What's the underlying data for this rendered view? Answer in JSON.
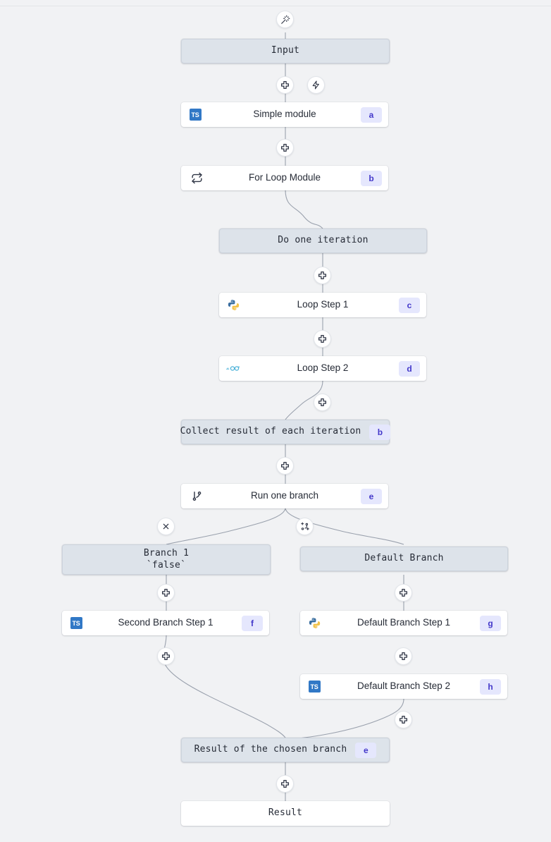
{
  "canvas": {
    "background": "#f1f2f4",
    "node_grey": "#dde3ea",
    "node_white": "#ffffff",
    "badge_bg": "#e5e7fd",
    "badge_fg": "#4338ca",
    "edge_color": "#9aa1ad",
    "ts_blue": "#3178c6",
    "go_blue": "#4fb3d9",
    "py_blue": "#3b6fa0",
    "py_yellow": "#f2c24a"
  },
  "top_controls": {
    "magic_wand": "magic-wand-icon"
  },
  "nodes": [
    {
      "id": "input",
      "label": "Input",
      "kind": "grey",
      "mono": true,
      "badge": null,
      "icon": null
    },
    {
      "id": "simple_module",
      "label": "Simple module",
      "kind": "white",
      "mono": false,
      "badge": "a",
      "icon": "typescript"
    },
    {
      "id": "for_loop",
      "label": "For Loop Module",
      "kind": "white",
      "mono": false,
      "badge": "b",
      "icon": "loop"
    },
    {
      "id": "do_one_iteration",
      "label": "Do one iteration",
      "kind": "grey",
      "mono": true,
      "badge": null,
      "icon": null
    },
    {
      "id": "loop_step_1",
      "label": "Loop Step 1",
      "kind": "white",
      "mono": false,
      "badge": "c",
      "icon": "python"
    },
    {
      "id": "loop_step_2",
      "label": "Loop Step 2",
      "kind": "white",
      "mono": false,
      "badge": "d",
      "icon": "go"
    },
    {
      "id": "collect_result",
      "label": "Collect result of each iteration",
      "kind": "grey",
      "mono": true,
      "badge": "b",
      "icon": null
    },
    {
      "id": "run_one_branch",
      "label": "Run one branch",
      "kind": "white",
      "mono": false,
      "badge": "e",
      "icon": "branch"
    },
    {
      "id": "branch_1",
      "label": "Branch 1\n`false`",
      "kind": "grey",
      "mono": true,
      "badge": null,
      "icon": null
    },
    {
      "id": "default_branch",
      "label": "Default Branch",
      "kind": "grey",
      "mono": true,
      "badge": null,
      "icon": null
    },
    {
      "id": "second_branch_1",
      "label": "Second Branch Step 1",
      "kind": "white",
      "mono": false,
      "badge": "f",
      "icon": "typescript"
    },
    {
      "id": "default_step_1",
      "label": "Default Branch Step 1",
      "kind": "white",
      "mono": false,
      "badge": "g",
      "icon": "python"
    },
    {
      "id": "default_step_2",
      "label": "Default Branch Step 2",
      "kind": "white",
      "mono": false,
      "badge": "h",
      "icon": "typescript"
    },
    {
      "id": "chosen_result",
      "label": "Result of the chosen branch",
      "kind": "grey",
      "mono": true,
      "badge": "e",
      "icon": null
    },
    {
      "id": "result",
      "label": "Result",
      "kind": "white",
      "mono": true,
      "badge": null,
      "icon": null
    }
  ],
  "handles": [
    {
      "id": "h_input_simple",
      "icon": "plus-icon"
    },
    {
      "id": "h_input_trigger",
      "icon": "lightning-icon"
    },
    {
      "id": "h_simple_forloop",
      "icon": "plus-icon"
    },
    {
      "id": "h_iteration_step1",
      "icon": "plus-icon"
    },
    {
      "id": "h_step1_step2",
      "icon": "plus-icon"
    },
    {
      "id": "h_step2_collect",
      "icon": "plus-icon"
    },
    {
      "id": "h_collect_branch",
      "icon": "plus-icon"
    },
    {
      "id": "h_branch_delete",
      "icon": "close-icon"
    },
    {
      "id": "h_branch_add",
      "icon": "branch-plus-icon"
    },
    {
      "id": "h_branch1_step",
      "icon": "plus-icon"
    },
    {
      "id": "h_default_step1",
      "icon": "plus-icon"
    },
    {
      "id": "h_secondbranch_result",
      "icon": "plus-icon"
    },
    {
      "id": "h_default_step2",
      "icon": "plus-icon"
    },
    {
      "id": "h_default_result",
      "icon": "plus-icon"
    },
    {
      "id": "h_chosen_result",
      "icon": "plus-icon"
    }
  ],
  "icon_names": {
    "typescript": "typescript-icon",
    "python": "python-icon",
    "go": "golang-icon",
    "loop": "loop-repeat-icon",
    "branch": "git-branch-icon"
  }
}
